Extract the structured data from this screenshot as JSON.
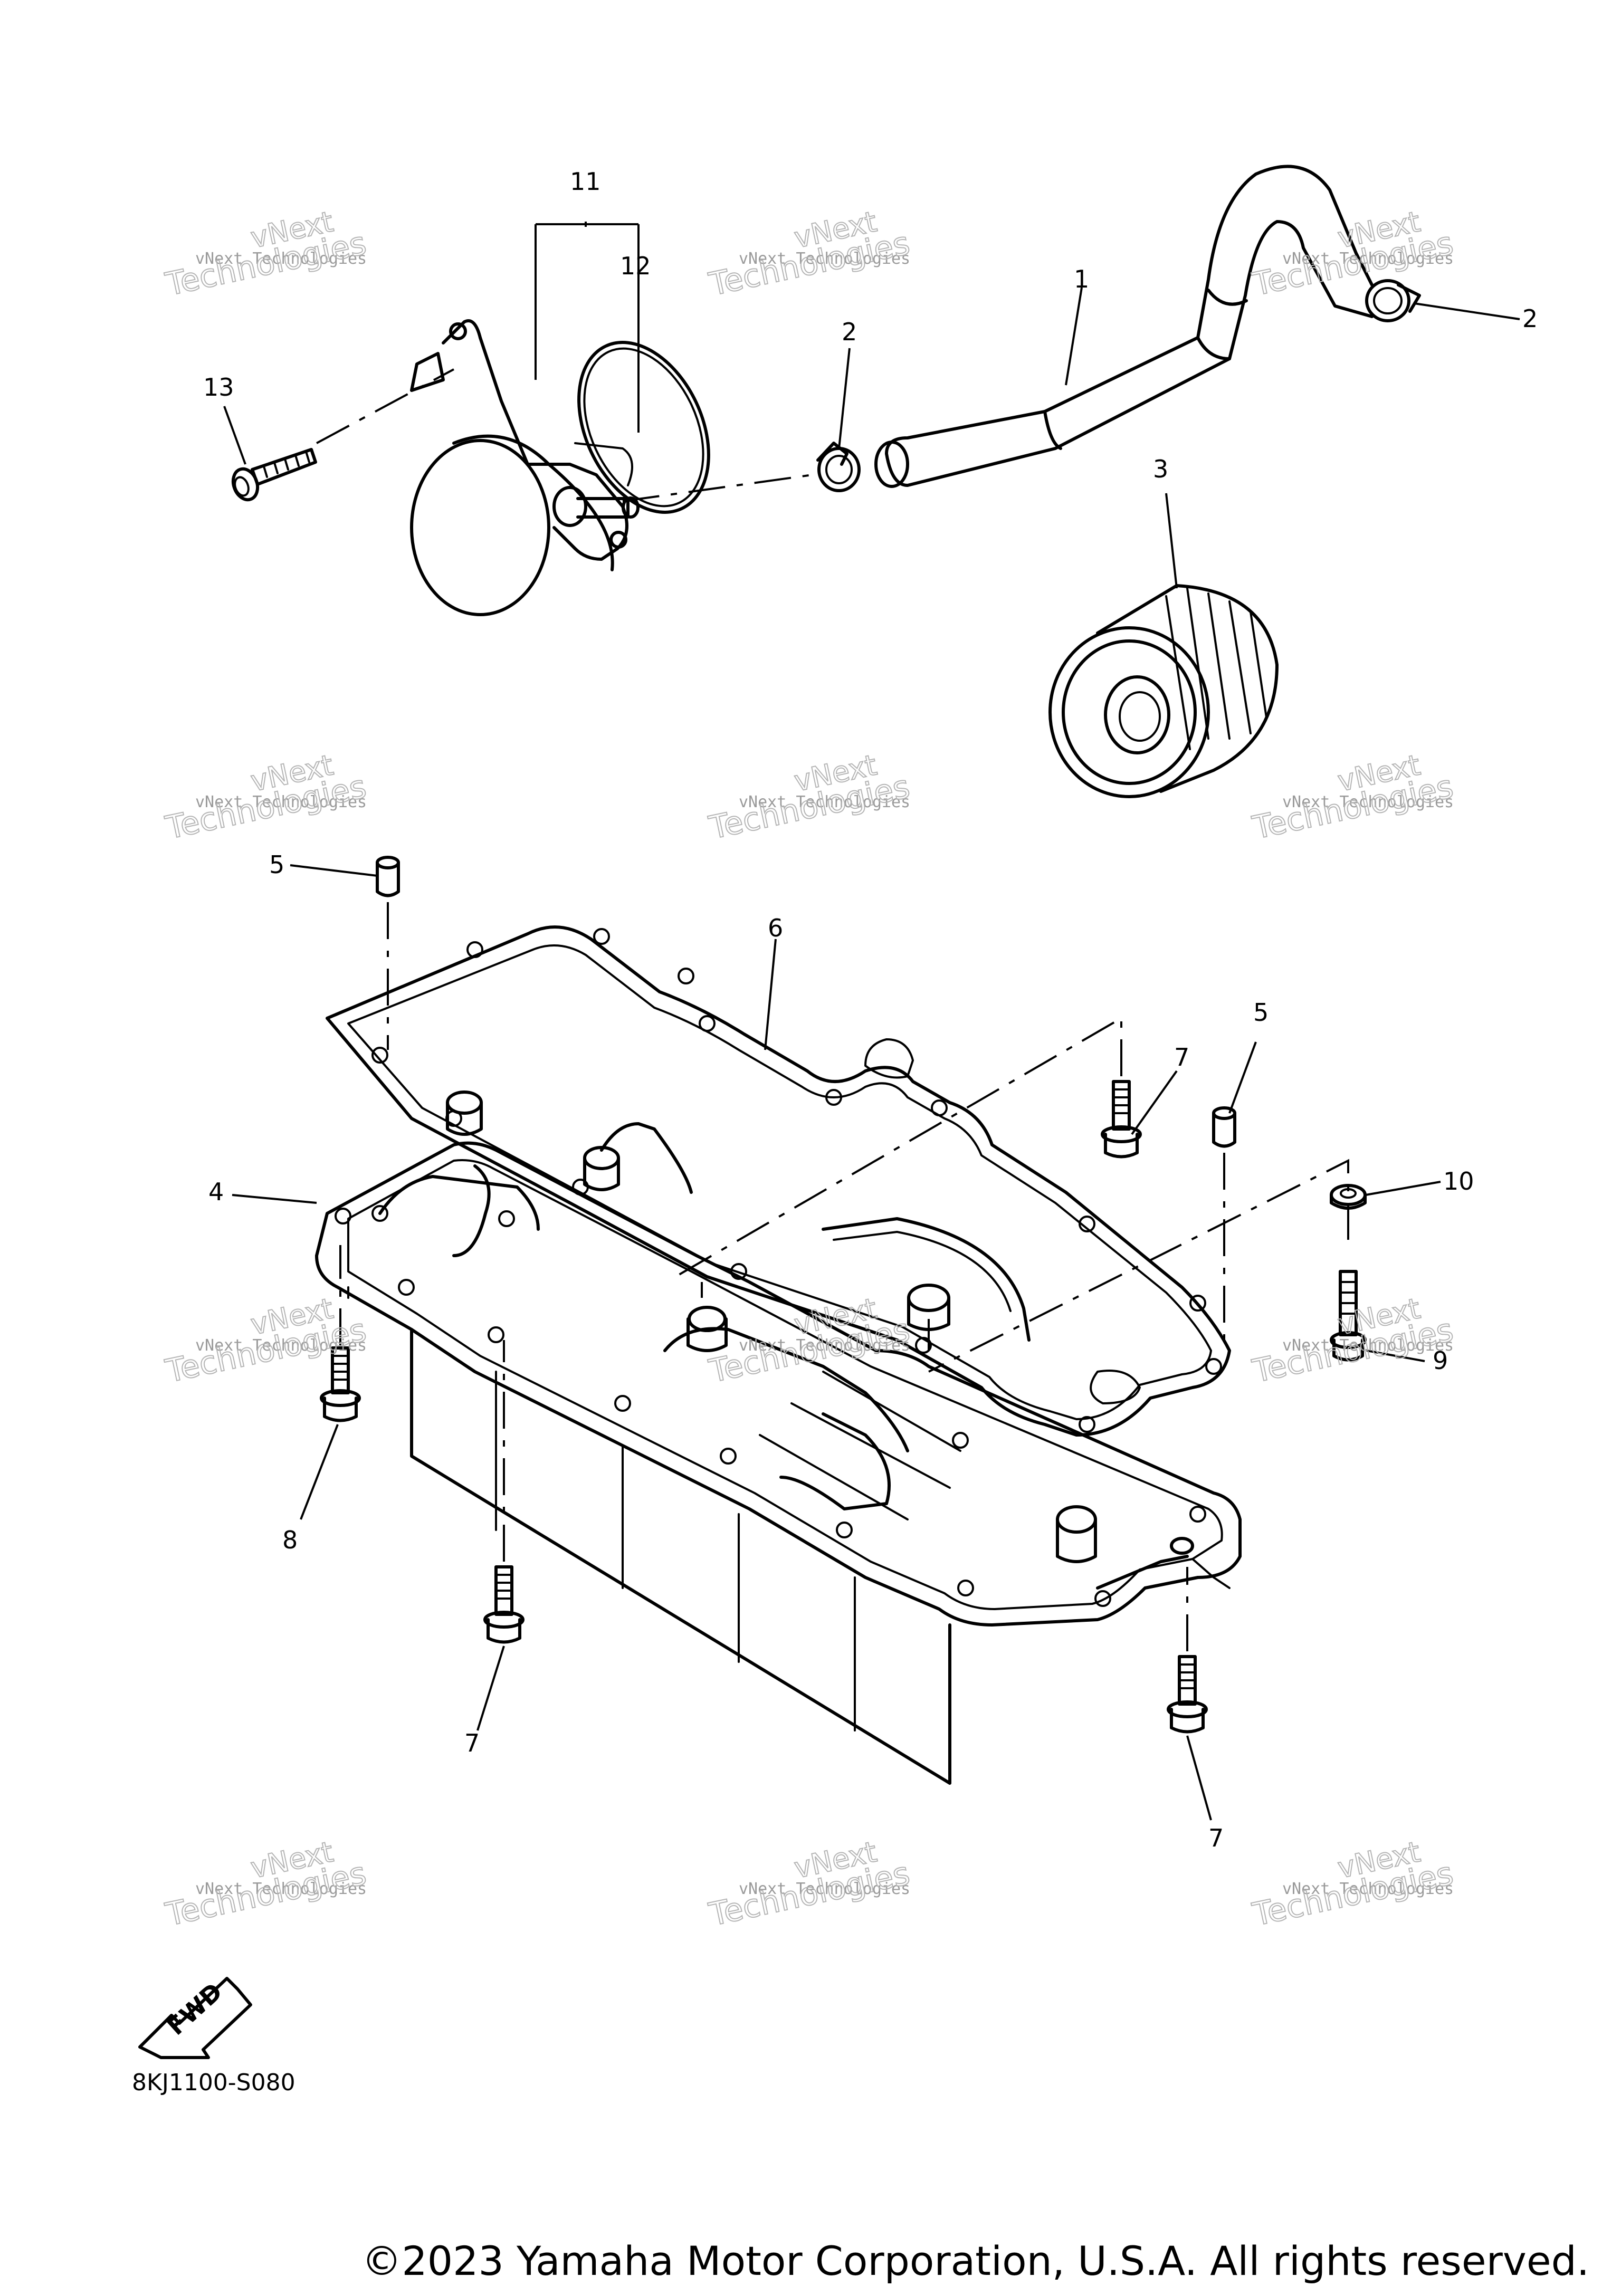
{
  "diagram": {
    "callouts": {
      "c1": "1",
      "c2a": "2",
      "c2b": "2",
      "c3": "3",
      "c4": "4",
      "c5a": "5",
      "c5b": "5",
      "c6": "6",
      "c7a": "7",
      "c7b": "7",
      "c7c": "7",
      "c8": "8",
      "c9": "9",
      "c10": "10",
      "c11": "11",
      "c12": "12",
      "c13": "13"
    },
    "fwd_label": "FWD",
    "diagram_code": "8KJ1100-S080",
    "copyright": "©2023 Yamaha Motor Corporation, U.S.A. All rights reserved."
  },
  "watermark": {
    "line1": "vNext Technologies",
    "line2": "vNext",
    "line3": "Technologies"
  }
}
